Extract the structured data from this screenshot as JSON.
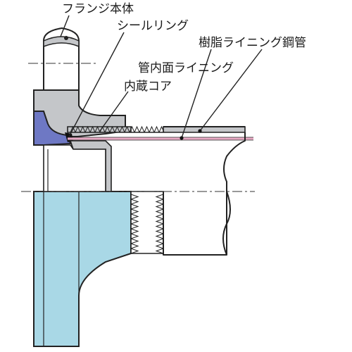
{
  "labels": {
    "flange_body": "フランジ本体",
    "seal_ring": "シールリング",
    "resin_lined_pipe": "樹脂ライニング鋼管",
    "inner_lining": "管内面ライニング",
    "built_in_core": "内蔵コア"
  },
  "colors": {
    "flange_gray": "#c4c6c9",
    "blue_section": "#a9d8e6",
    "seal_ring_purple": "#6e78c4",
    "lining_pink": "#e8aac4",
    "outline": "#222222"
  }
}
